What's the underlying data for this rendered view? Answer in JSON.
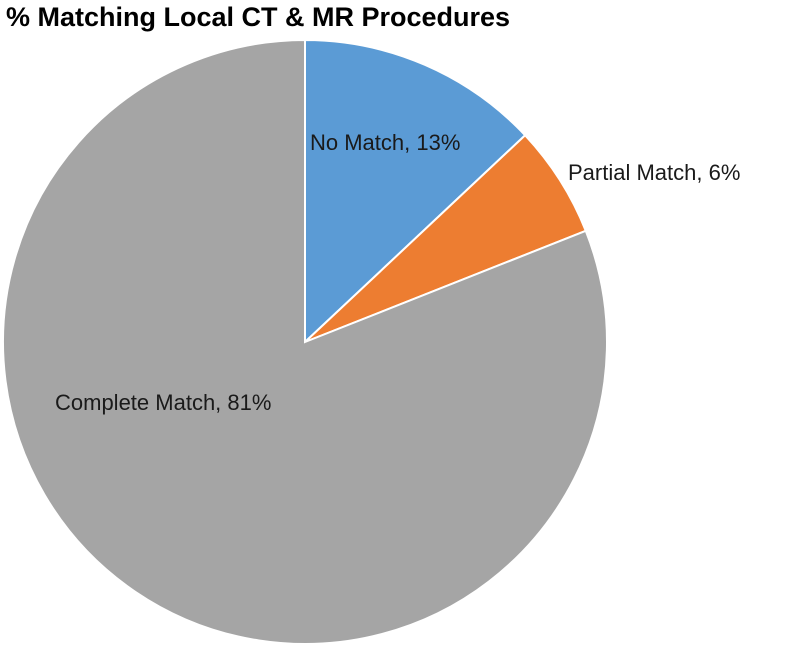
{
  "chart_data": {
    "type": "pie",
    "title": "% Matching Local CT & MR Procedures",
    "slices": [
      {
        "label": "No Match",
        "value": 13,
        "display": "No Match, 13%",
        "color": "#5b9bd5"
      },
      {
        "label": "Partial Match",
        "value": 6,
        "display": "Partial Match, 6%",
        "color": "#ed7d31"
      },
      {
        "label": "Complete Match",
        "value": 81,
        "display": "Complete Match, 81%",
        "color": "#a5a5a5"
      }
    ],
    "start_angle_deg": 0,
    "direction": "clockwise",
    "legend": "none"
  }
}
